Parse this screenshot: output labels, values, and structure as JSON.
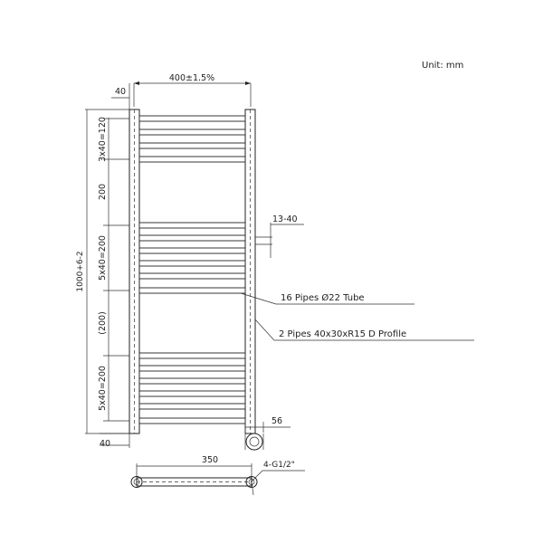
{
  "unit_label": "Unit: mm",
  "dimensions": {
    "overall_width": "400±1.5%",
    "top_offset": "40",
    "bottom_offset": "40",
    "overall_height": "1000+6-2",
    "group1": "3x40=120",
    "gap1": "200",
    "group2": "5x40=200",
    "gap2": "(200)",
    "group3": "5x40=200",
    "pipe_spacing": "13-40",
    "valve_size": "56",
    "center_distance": "350",
    "thread": "4-G1/2\""
  },
  "callouts": {
    "pipes": "16 Pipes  Ø22    Tube",
    "profile": "2 Pipes  40x30xR15     D Profile"
  }
}
